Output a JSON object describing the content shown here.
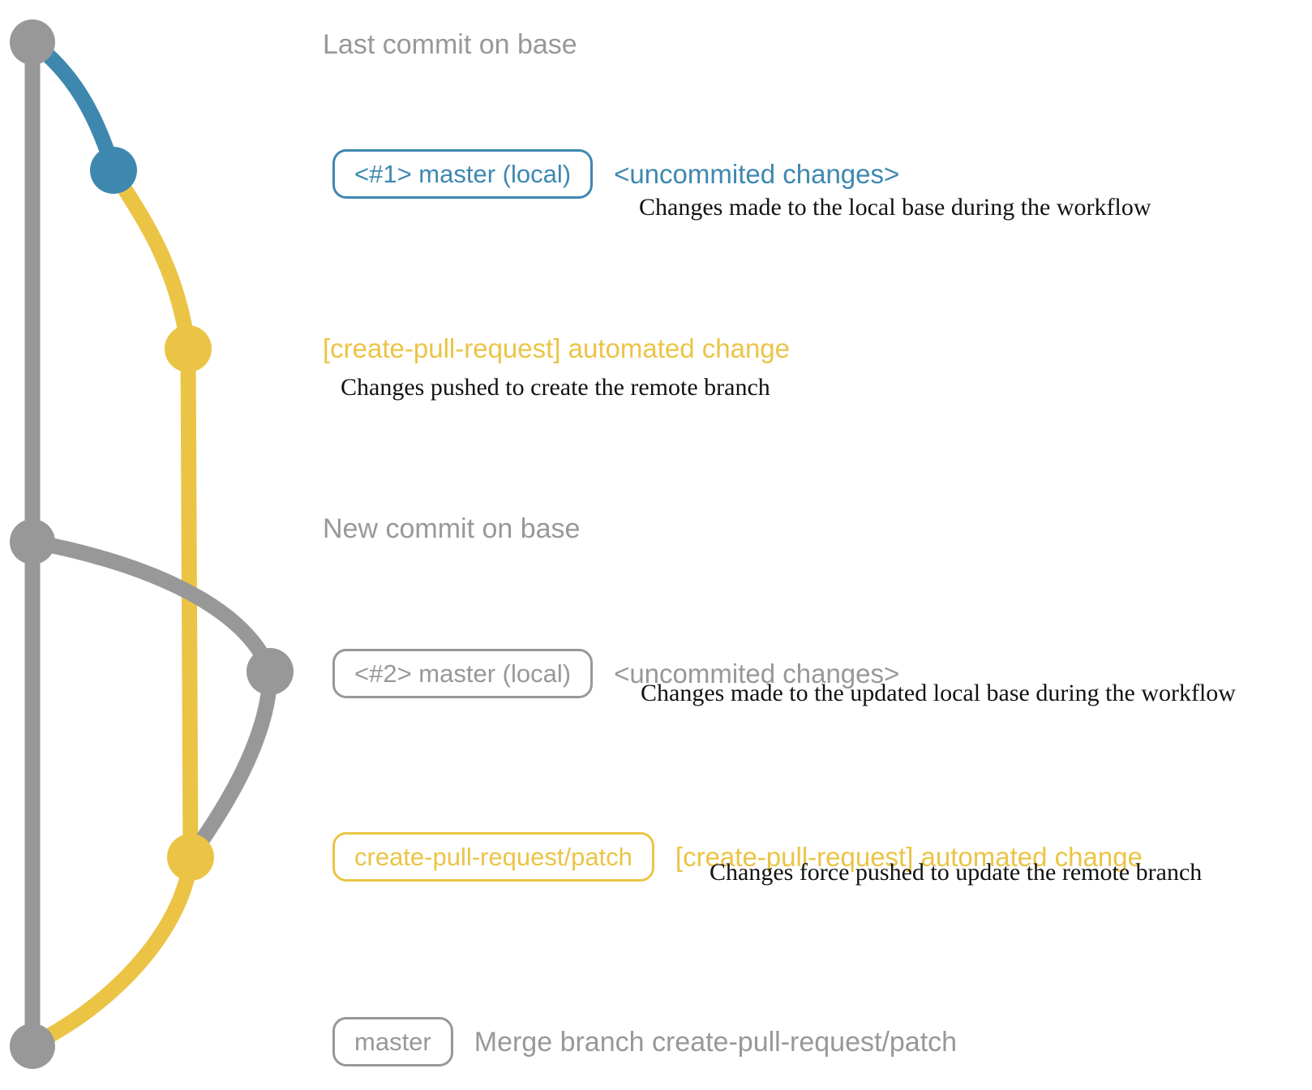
{
  "colors": {
    "gray": "#989898",
    "blue": "#3e88b0",
    "yellow": "#ebc446",
    "ink": "#121212",
    "background": "#ffffff"
  },
  "rows": [
    {
      "id": "last-commit-on-base",
      "message": "Last commit on base"
    },
    {
      "id": "uncommitted-changes-1",
      "ref_label": "<#1> master (local)",
      "message": "<uncommited changes>",
      "note": "Changes made to the local base during the workflow"
    },
    {
      "id": "automated-change-1",
      "message": "[create-pull-request] automated change",
      "note": "Changes pushed to create the remote branch"
    },
    {
      "id": "new-commit-on-base",
      "message": "New commit on base"
    },
    {
      "id": "uncommitted-changes-2",
      "ref_label": "<#2> master (local)",
      "message": "<uncommited changes>",
      "note": "Changes made to the updated local base during the workflow"
    },
    {
      "id": "automated-change-2",
      "ref_label": "create-pull-request/patch",
      "message": "[create-pull-request] automated change",
      "note": "Changes force pushed to update the remote branch"
    },
    {
      "id": "merge-commit",
      "ref_label": "master",
      "message": "Merge branch create-pull-request/patch"
    }
  ]
}
